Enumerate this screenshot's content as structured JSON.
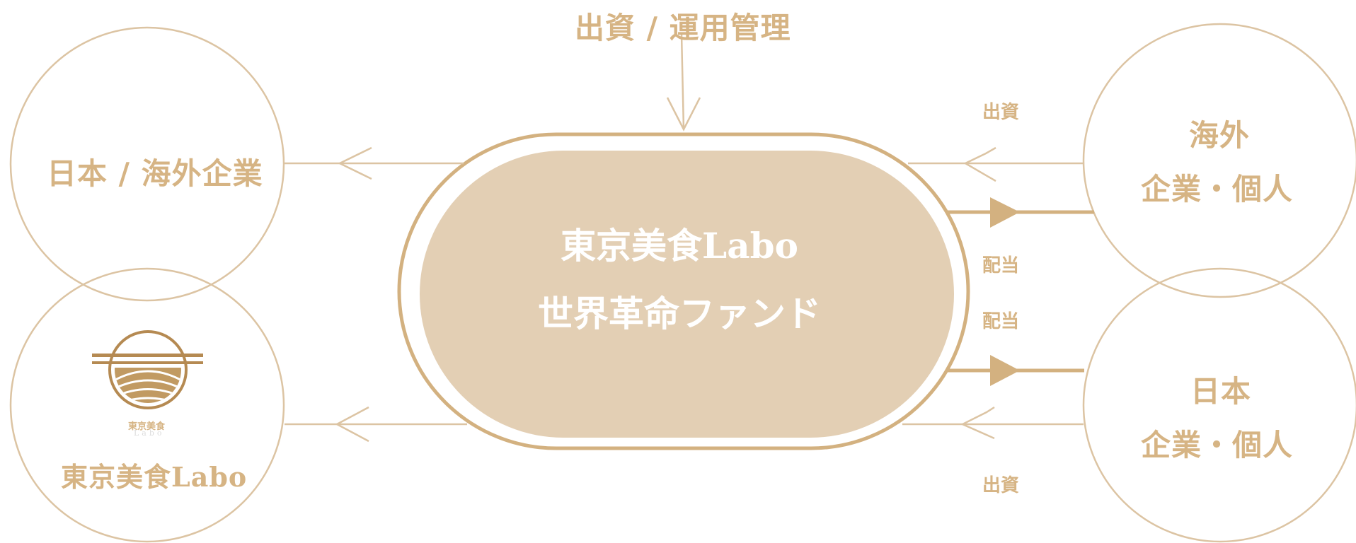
{
  "top_label": "出資 / 運用管理",
  "center": {
    "line1": "東京美食Labo",
    "line2": "世界革命ファンド"
  },
  "left_top_node": {
    "label": "日本 / 海外企業"
  },
  "left_bottom_node": {
    "label": "東京美食Labo",
    "logo_text": "東京美食",
    "logo_subtext": "Labo"
  },
  "right_top_node": {
    "line1": "海外",
    "line2": "企業・個人"
  },
  "right_bottom_node": {
    "line1": "日本",
    "line2": "企業・個人"
  },
  "flow_labels": {
    "investment_top": "出資",
    "dividend_top": "配当",
    "dividend_bottom": "配当",
    "investment_bottom": "出資"
  },
  "colors": {
    "accent": "#d6b484",
    "fill": "#e3cfb4",
    "line": "#dcc4a3"
  }
}
